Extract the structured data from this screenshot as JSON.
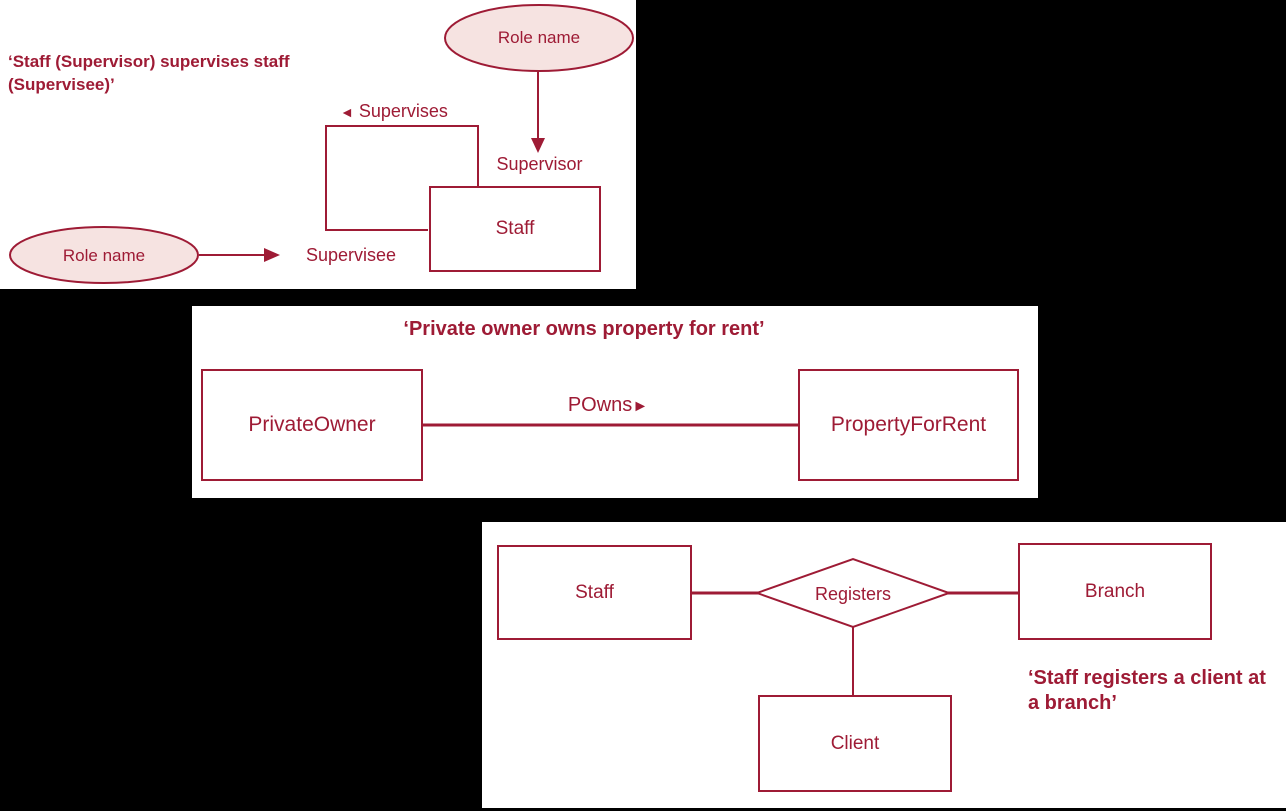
{
  "figure": {
    "background": "#000000",
    "accent": "#9e1b35",
    "ellipse_fill": "#f6e3e1",
    "panel_bg": "#ffffff"
  },
  "recursive_panel": {
    "caption_line1": "‘Staff (Supervisor) supervises staff",
    "caption_line2": "(Supervisee)’",
    "role_name_top": "Role name",
    "role_name_bottom": "Role name",
    "supervises_marker": "◄",
    "supervises_label": "Supervises",
    "supervisor_label": "Supervisor",
    "supervisee_label": "Supervisee",
    "staff_entity": "Staff"
  },
  "powns_panel": {
    "title": "‘Private owner owns property for rent’",
    "left_entity": "PrivateOwner",
    "right_entity": "PropertyForRent",
    "relationship": "POwns",
    "direction_marker": "►"
  },
  "registers_panel": {
    "staff_entity": "Staff",
    "branch_entity": "Branch",
    "client_entity": "Client",
    "relationship": "Registers",
    "caption_line1": "‘Staff registers a client at",
    "caption_line2": "a branch’"
  }
}
